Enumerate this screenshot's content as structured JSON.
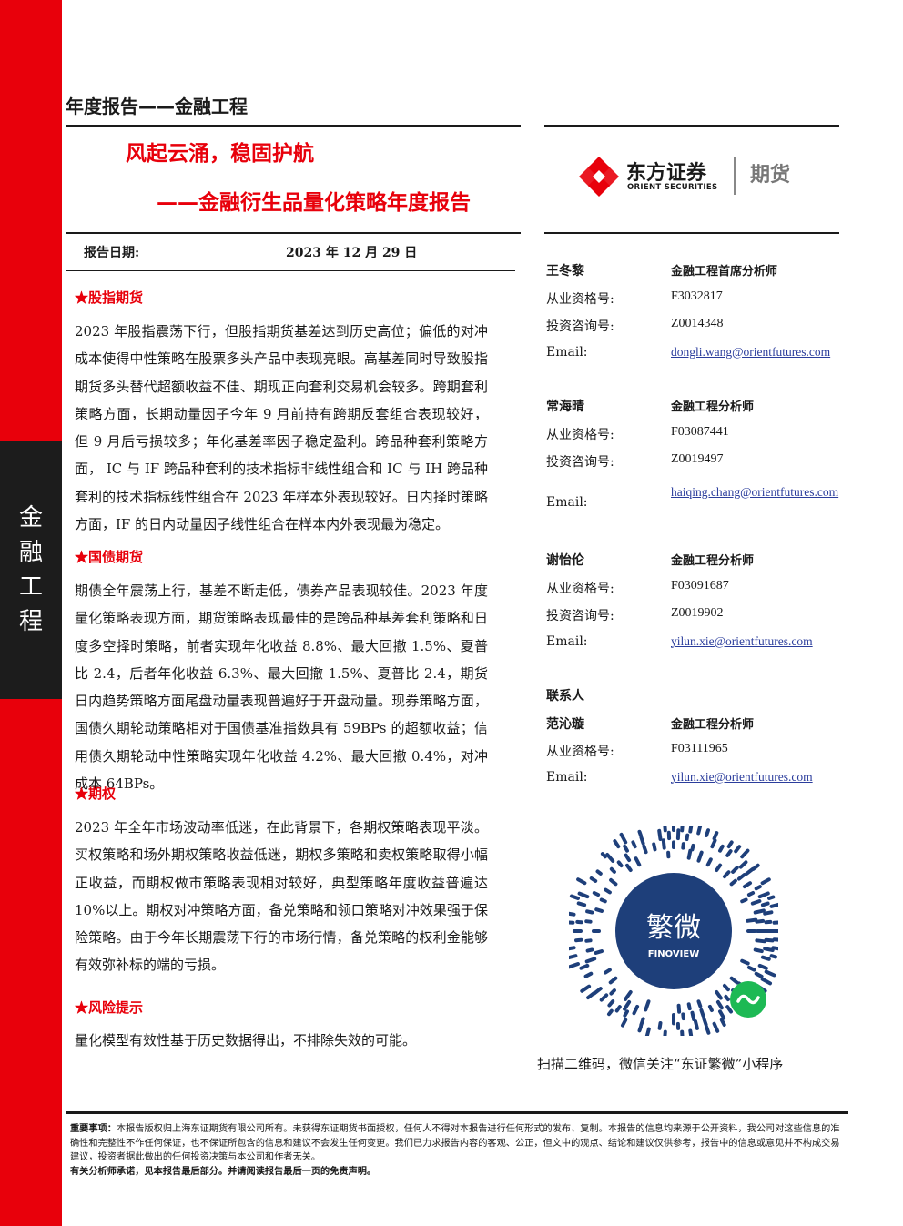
{
  "sidebar": {
    "label_chars": [
      "金",
      "融",
      "工",
      "程"
    ]
  },
  "header": {
    "report_type": "年度报告——金融工程",
    "title": "风起云涌，稳固护航",
    "subtitle": "——金融衍生品量化策略年度报告"
  },
  "brand": {
    "name_cn": "东方证券",
    "name_en": "ORIENT SECURITIES",
    "division": "期货",
    "color": "#e8000b"
  },
  "report_date": {
    "label": "报告日期:",
    "value": "2023 年 12 月 29 日"
  },
  "sections": [
    {
      "heading": "★股指期货",
      "body": "2023 年股指震荡下行，但股指期货基差达到历史高位；偏低的对冲成本使得中性策略在股票多头产品中表现亮眼。高基差同时导致股指期货多头替代超额收益不佳、期现正向套利交易机会较多。跨期套利策略方面，长期动量因子今年 9 月前持有跨期反套组合表现较好，但 9 月后亏损较多；年化基差率因子稳定盈利。跨品种套利策略方面， IC 与 IF 跨品种套利的技术指标非线性组合和 IC 与 IH 跨品种套利的技术指标线性组合在 2023 年样本外表现较好。日内择时策略方面，IF 的日内动量因子线性组合在样本内外表现最为稳定。"
    },
    {
      "heading": "★国债期货",
      "body": "期债全年震荡上行，基差不断走低，债券产品表现较佳。2023 年度量化策略表现方面，期货策略表现最佳的是跨品种基差套利策略和日度多空择时策略，前者实现年化收益 8.8%、最大回撤 1.5%、夏普比 2.4，后者年化收益 6.3%、最大回撤 1.5%、夏普比 2.4，期货日内趋势策略方面尾盘动量表现普遍好于开盘动量。现券策略方面，国债久期轮动策略相对于国债基准指数具有 59BPs 的超额收益；信用债久期轮动中性策略实现年化收益 4.2%、最大回撤 0.4%，对冲成本 64BPs。"
    },
    {
      "heading": "★期权",
      "body": "2023 年全年市场波动率低迷，在此背景下，各期权策略表现平淡。买权策略和场外期权策略收益低迷，期权多策略和卖权策略取得小幅正收益，而期权做市策略表现相对较好，典型策略年度收益普遍达 10%以上。期权对冲策略方面，备兑策略和领口策略对冲效果强于保险策略。由于今年长期震荡下行的市场行情，备兑策略的权利金能够有效弥补标的端的亏损。"
    },
    {
      "heading": "★风险提示",
      "body": "量化模型有效性基于历史数据得出，不排除失效的可能。"
    }
  ],
  "analysts": [
    {
      "name": "王冬黎",
      "role": "金融工程首席分析师",
      "qual_label": "从业资格号:",
      "qual": "F3032817",
      "inv_label": "投资咨询号:",
      "inv": "Z0014348",
      "email_label": "Email:",
      "email": "dongli.wang@orientfutures.com"
    },
    {
      "name": "常海晴",
      "role": "金融工程分析师",
      "qual_label": "从业资格号:",
      "qual": "F03087441",
      "inv_label": "投资咨询号:",
      "inv": "Z0019497",
      "email_label": "Email:",
      "email": "haiqing.chang@orientfutures.com"
    },
    {
      "name": "谢怡伦",
      "role": "金融工程分析师",
      "qual_label": "从业资格号:",
      "qual": "F03091687",
      "inv_label": "投资咨询号:",
      "inv": "Z0019902",
      "email_label": "Email:",
      "email": "yilun.xie@orientfutures.com"
    }
  ],
  "contact": {
    "heading": "联系人",
    "name": "范沁璇",
    "role": "金融工程分析师",
    "qual_label": "从业资格号:",
    "qual": "F03111965",
    "email_label": "Email:",
    "email": "yilun.xie@orientfutures.com"
  },
  "qr": {
    "center_text": "繁微",
    "center_subtext": "FINOVIEW",
    "caption": "扫描二维码，微信关注“东证繁微”小程序",
    "accent_color": "#1e3f7a"
  },
  "disclaimer": {
    "lead": "重要事项：",
    "body": "本报告版权归上海东证期货有限公司所有。未获得东证期货书面授权，任何人不得对本报告进行任何形式的发布、复制。本报告的信息均来源于公开资料，我公司对这些信息的准确性和完整性不作任何保证，也不保证所包含的信息和建议不会发生任何变更。我们已力求报告内容的客观、公正，但文中的观点、结论和建议仅供参考，报告中的信息或意见并不构成交易建议，投资者据此做出的任何投资决策与本公司和作者无关。",
    "footer": "有关分析师承诺，见本报告最后部分。并请阅读报告最后一页的免责声明。"
  }
}
